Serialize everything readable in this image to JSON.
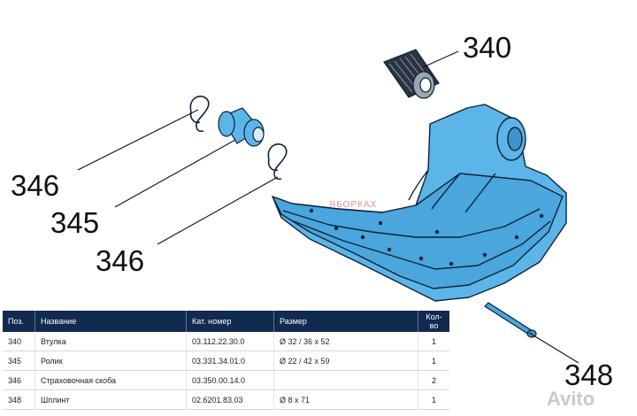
{
  "callouts": {
    "part_340": "340",
    "part_346_upper": "346",
    "part_345": "345",
    "part_346_lower": "346",
    "part_348": "348"
  },
  "watermark": "ЯБОРКАХ",
  "brand_watermark": "Avito",
  "colors": {
    "part_fill": "#5bb5e8",
    "outline": "#0f2239",
    "table_header": "#112a4f"
  },
  "table": {
    "headers": [
      "Поз.",
      "Название",
      "Кат. номер",
      "Размер",
      "Кол-во"
    ],
    "rows": [
      [
        "340",
        "Втулка",
        "03.112.22.30.0",
        "Ø 32 / 36 x 52",
        "1"
      ],
      [
        "345",
        "Ролик",
        "03.331.34.01.0",
        "Ø 22 / 42 x 59",
        "1"
      ],
      [
        "346",
        "Страховочная скоба",
        "03.350.00.14.0",
        "",
        "2"
      ],
      [
        "348",
        "Шплинт",
        "02.6201.83.03",
        "Ø 8 x 71",
        "1"
      ]
    ]
  }
}
